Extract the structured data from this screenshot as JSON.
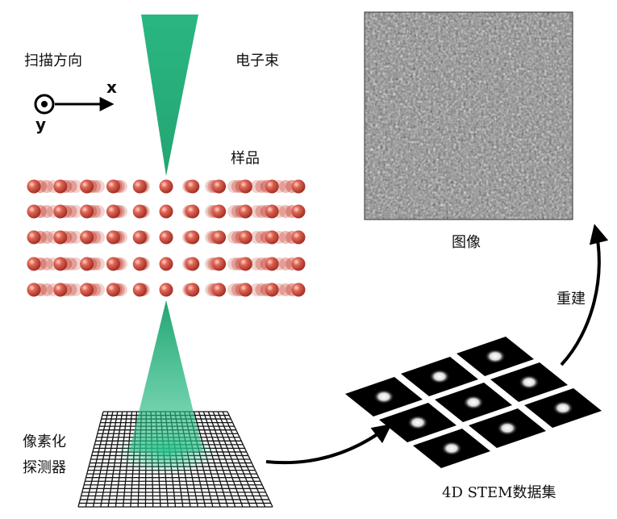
{
  "labels": {
    "scan_direction": "扫描方向",
    "electron_beam": "电子束",
    "sample": "样品",
    "image": "图像",
    "reconstruction": "重建",
    "detector_line1": "像素化",
    "detector_line2": "探测器",
    "dataset": "4D STEM数据集"
  },
  "axes": {
    "x": "x",
    "y": "y"
  },
  "colors": {
    "beam": "#1fb37a",
    "atom": "#c0392b",
    "grid_line": "#111111",
    "arrow": "#000000",
    "panel_bg": "#000000"
  }
}
